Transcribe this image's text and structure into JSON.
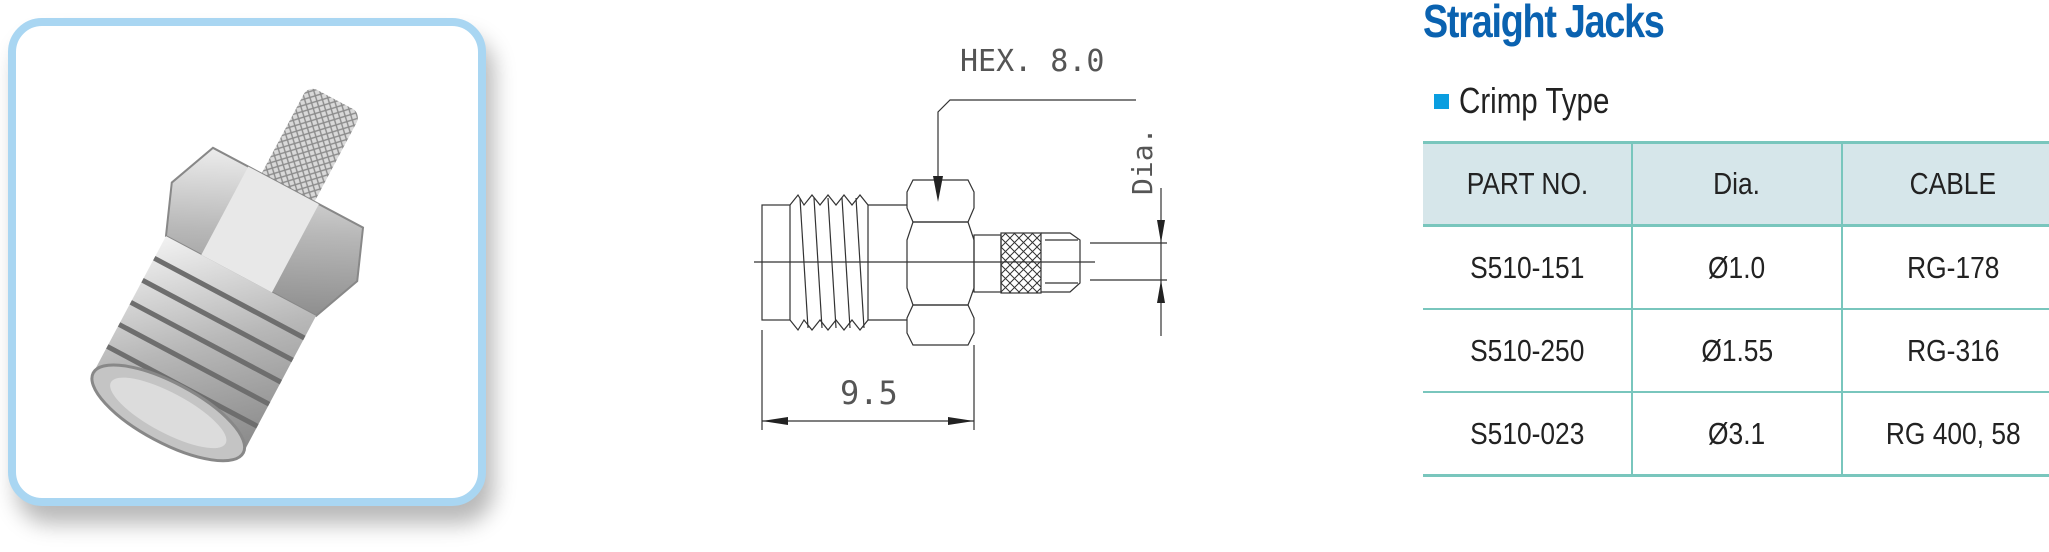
{
  "header": {
    "title": "Straight Jacks",
    "subtitle": "Crimp Type"
  },
  "colors": {
    "title": "#0a62b0",
    "bullet": "#0a9ee0",
    "photo_border": "#a9d6f2",
    "table_header_bg": "#d6e6ea",
    "table_rule": "#79c6bd"
  },
  "drawing": {
    "hex_label": "HEX. 8.0",
    "length_label": "9.5",
    "dia_label": "Dia."
  },
  "table": {
    "headers": [
      "PART NO.",
      "Dia.",
      "CABLE"
    ],
    "rows": [
      [
        "S510-151",
        "Ø1.0",
        "RG-178"
      ],
      [
        "S510-250",
        "Ø1.55",
        "RG-316"
      ],
      [
        "S510-023",
        "Ø3.1",
        "RG 400, 58"
      ]
    ]
  }
}
